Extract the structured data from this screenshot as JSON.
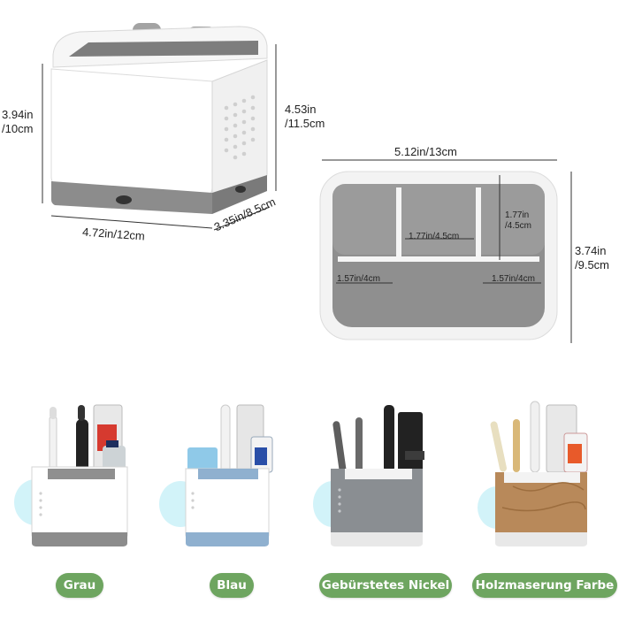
{
  "dimensions": {
    "height_left": "3.94in\n/10cm",
    "height_right": "4.53in\n/11.5cm",
    "width_front": "4.72in/12cm",
    "depth_side": "3.35in/8.5cm",
    "top_width": "5.12in/13cm",
    "top_depth": "3.74in\n/9.5cm",
    "slot_height": "1.77in\n/4.5cm",
    "slot_width": "1.77in/4.5cm",
    "left_slot": "1.57in/4cm",
    "right_slot": "1.57in/4cm"
  },
  "variants": [
    {
      "label": "Grau",
      "body_color": "#ffffff",
      "base_color": "#8c8c8c"
    },
    {
      "label": "Blau",
      "body_color": "#ffffff",
      "base_color": "#8fb0cf"
    },
    {
      "label": "Gebürstetes Nickel",
      "body_color": "#8a8e92",
      "base_color": "#e8e8e8"
    },
    {
      "label": "Holzmaserung Farbe",
      "body_color": "#b8895a",
      "base_color": "#e8e8e8"
    }
  ],
  "colors": {
    "pill": "#6ea560",
    "insert_gray": "#8f8f8f"
  }
}
